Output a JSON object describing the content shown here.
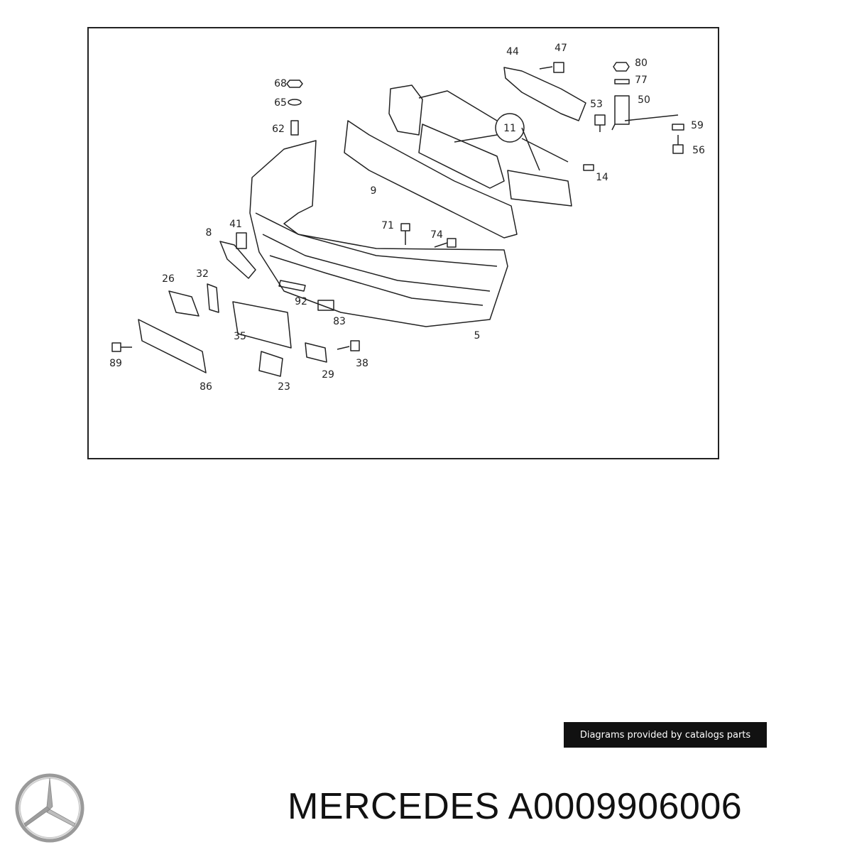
{
  "diagram": {
    "callouts": [
      "44",
      "47",
      "80",
      "77",
      "68",
      "65",
      "53",
      "50",
      "11",
      "62",
      "59",
      "56",
      "14",
      "9",
      "41",
      "8",
      "71",
      "74",
      "26",
      "32",
      "92",
      "83",
      "35",
      "5",
      "89",
      "38",
      "29",
      "86",
      "23"
    ]
  },
  "credit_text": "Diagrams provided by catalogs parts",
  "brand": "MERCEDES",
  "part_number": "A0009906006",
  "caption_text": "MERCEDES A0009906006",
  "logo_icon": "mercedes-star-icon",
  "colors": {
    "frame": "#222222",
    "credit_bg": "#111111",
    "credit_text": "#ffffff",
    "caption": "#111111"
  }
}
